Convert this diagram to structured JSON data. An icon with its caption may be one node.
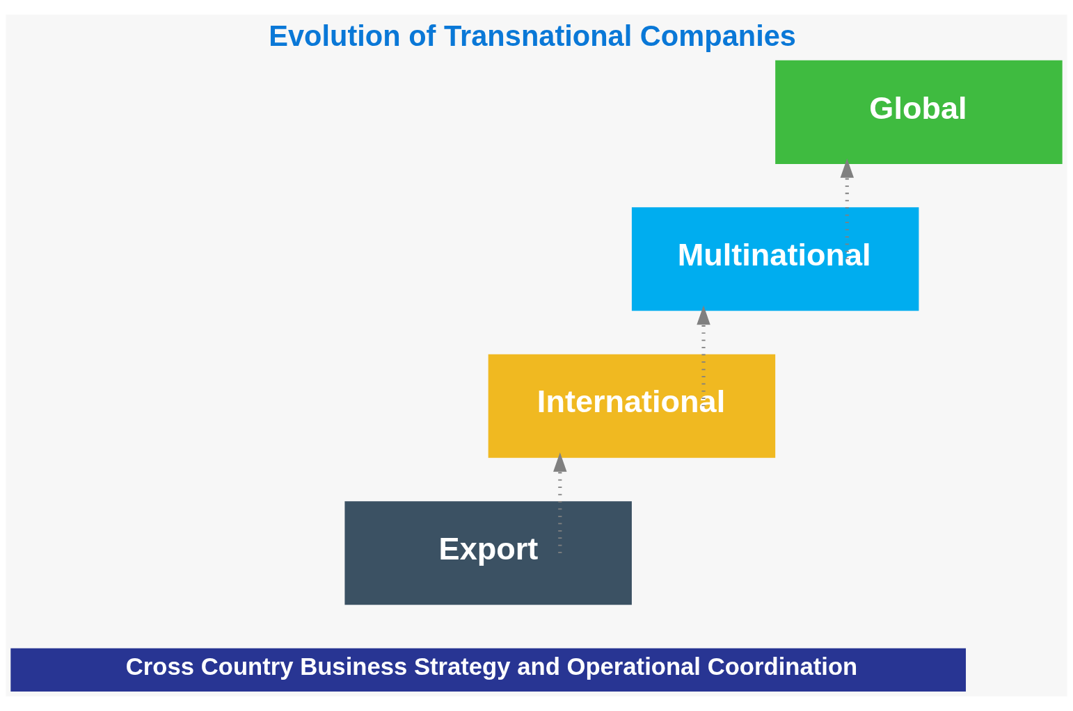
{
  "diagram": {
    "title": "Evolution of Transnational Companies",
    "caption": "Cross Country Business Strategy and Operational Coordination",
    "nodes": [
      {
        "text": [
          "Export"
        ]
      },
      {
        "text": [
          "International"
        ]
      },
      {
        "text": [
          "Multinational"
        ]
      },
      {
        "text": [
          "Global"
        ]
      }
    ],
    "edges": [
      {
        "from": 0,
        "to": 1,
        "arrow": "to",
        "style": "dashed"
      },
      {
        "from": 1,
        "to": 2,
        "arrow": "to",
        "style": "dashed"
      },
      {
        "from": 2,
        "to": 3,
        "arrow": "to",
        "style": "dashed"
      }
    ]
  }
}
